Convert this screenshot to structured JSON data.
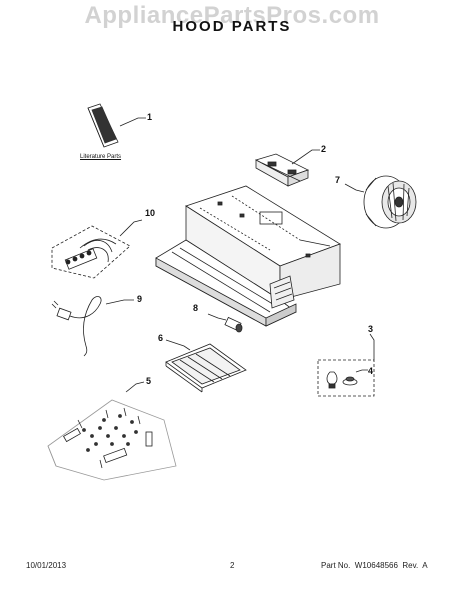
{
  "watermark": "AppliancePartsPros.com",
  "title": "HOOD PARTS",
  "literature_label": "Literature Parts",
  "callouts": {
    "c1": "1",
    "c2": "2",
    "c3": "3",
    "c4": "4",
    "c5": "5",
    "c6": "6",
    "c7": "7",
    "c8": "8",
    "c9": "9",
    "c10": "10"
  },
  "footer": {
    "date": "10/01/2013",
    "page": "2",
    "part_no": "Part No.  W10648566  Rev.  A"
  }
}
